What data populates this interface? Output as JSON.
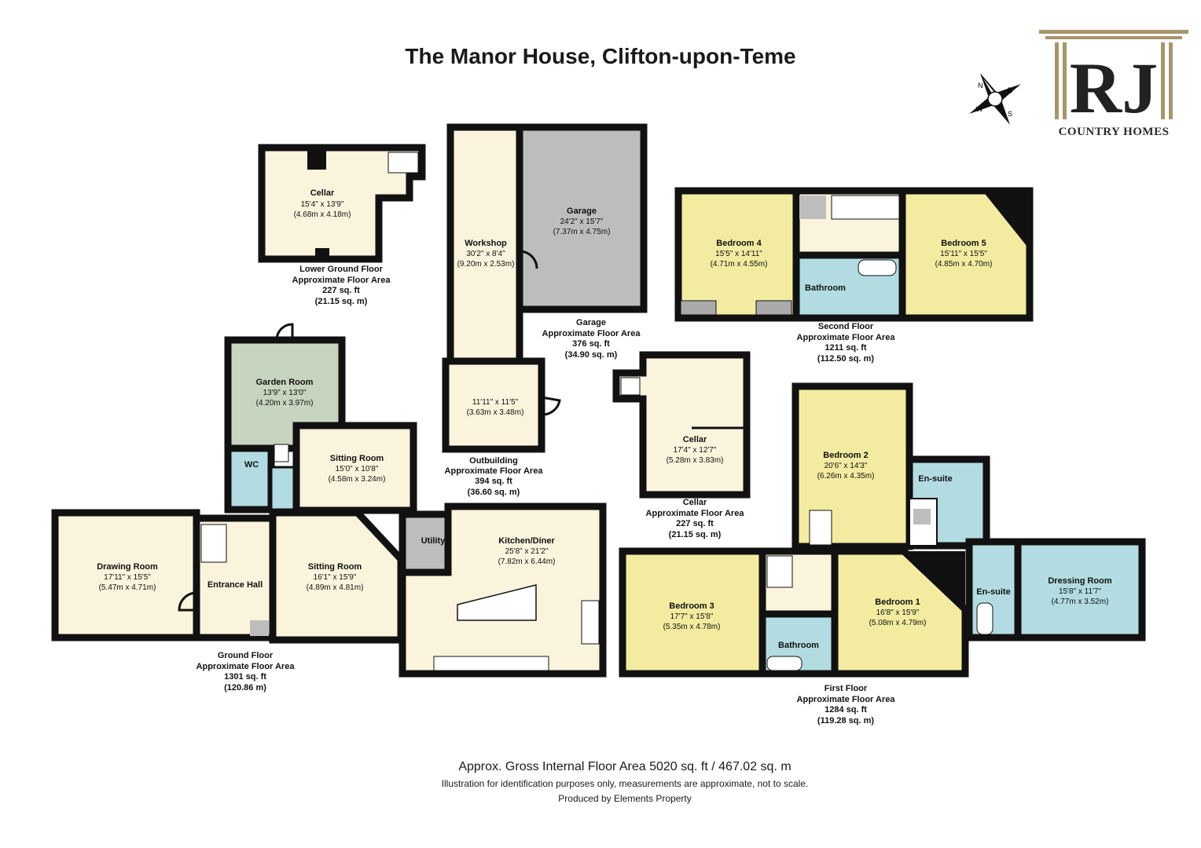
{
  "title": "The Manor House, Clifton-upon-Teme",
  "brand": {
    "monogram": "RJ",
    "name": "COUNTRY HOMES",
    "accent": "#a8956a"
  },
  "compass": {
    "n": "N",
    "e": "E",
    "s": "S",
    "w": "W"
  },
  "colors": {
    "yellow": "#f3eca0",
    "cream": "#fbf4dd",
    "gray": "#bdbdbd",
    "green": "#c7d4be",
    "blue": "#b2dce1",
    "wall": "#111111"
  },
  "rooms": [
    {
      "id": "cellar-lower",
      "name": "Cellar",
      "dim_imp": "15'4\" x 13'9\"",
      "dim_met": "(4.68m x 4.18m)"
    },
    {
      "id": "workshop",
      "name": "Workshop",
      "dim_imp": "30'2\" x 8'4\"",
      "dim_met": "(9.20m x 2.53m)"
    },
    {
      "id": "garage",
      "name": "Garage",
      "dim_imp": "24'2\" x 15'7\"",
      "dim_met": "(7.37m x 4.75m)"
    },
    {
      "id": "outbuilding",
      "name": "",
      "dim_imp": "11'11\" x 11'5\"",
      "dim_met": "(3.63m x 3.48m)"
    },
    {
      "id": "bedroom-4",
      "name": "Bedroom 4",
      "dim_imp": "15'5\" x 14'11\"",
      "dim_met": "(4.71m x 4.55m)"
    },
    {
      "id": "bathroom-2nd",
      "name": "Bathroom",
      "dim_imp": "",
      "dim_met": ""
    },
    {
      "id": "bedroom-5",
      "name": "Bedroom 5",
      "dim_imp": "15'11\" x 15'5\"",
      "dim_met": "(4.85m x 4.70m)"
    },
    {
      "id": "garden-room",
      "name": "Garden Room",
      "dim_imp": "13'9\" x 13'0\"",
      "dim_met": "(4.20m x 3.97m)"
    },
    {
      "id": "sitting-room-1",
      "name": "Sitting Room",
      "dim_imp": "15'0\" x 10'8\"",
      "dim_met": "(4.58m x 3.24m)"
    },
    {
      "id": "wc",
      "name": "WC",
      "dim_imp": "",
      "dim_met": ""
    },
    {
      "id": "drawing-room",
      "name": "Drawing Room",
      "dim_imp": "17'11\" x 15'5\"",
      "dim_met": "(5.47m x 4.71m)"
    },
    {
      "id": "entrance-hall",
      "name": "Entrance Hall",
      "dim_imp": "",
      "dim_met": ""
    },
    {
      "id": "sitting-room-2",
      "name": "Sitting Room",
      "dim_imp": "16'1\" x 15'9\"",
      "dim_met": "(4.89m x 4.81m)"
    },
    {
      "id": "utility",
      "name": "Utility",
      "dim_imp": "",
      "dim_met": ""
    },
    {
      "id": "kitchen",
      "name": "Kitchen/Diner",
      "dim_imp": "25'8\" x 21'2\"",
      "dim_met": "(7.82m x 6.44m)"
    },
    {
      "id": "cellar-2",
      "name": "Cellar",
      "dim_imp": "17'4\" x 12'7\"",
      "dim_met": "(5.28m x 3.83m)"
    },
    {
      "id": "bedroom-2",
      "name": "Bedroom 2",
      "dim_imp": "20'6\" x 14'3\"",
      "dim_met": "(6.26m x 4.35m)"
    },
    {
      "id": "ensuite-1",
      "name": "En-suite",
      "dim_imp": "",
      "dim_met": ""
    },
    {
      "id": "bedroom-3",
      "name": "Bedroom 3",
      "dim_imp": "17'7\" x 15'8\"",
      "dim_met": "(5.35m x 4.78m)"
    },
    {
      "id": "bathroom-1st",
      "name": "Bathroom",
      "dim_imp": "",
      "dim_met": ""
    },
    {
      "id": "bedroom-1",
      "name": "Bedroom 1",
      "dim_imp": "16'8\" x 15'9\"",
      "dim_met": "(5.08m x 4.79m)"
    },
    {
      "id": "ensuite-2",
      "name": "En-suite",
      "dim_imp": "",
      "dim_met": ""
    },
    {
      "id": "dressing-room",
      "name": "Dressing Room",
      "dim_imp": "15'8\" x 11'7\"",
      "dim_met": "(4.77m x 3.52m)"
    }
  ],
  "areas": [
    {
      "id": "lower-ground",
      "lines": [
        "Lower Ground Floor",
        "Approximate Floor Area",
        "227 sq. ft",
        "(21.15 sq. m)"
      ]
    },
    {
      "id": "garage",
      "lines": [
        "Garage",
        "Approximate Floor Area",
        "376 sq. ft",
        "(34.90 sq. m)"
      ]
    },
    {
      "id": "second",
      "lines": [
        "Second Floor",
        "Approximate Floor Area",
        "1211 sq. ft",
        "(112.50 sq. m)"
      ]
    },
    {
      "id": "outbuilding",
      "lines": [
        "Outbuilding",
        "Approximate Floor Area",
        "394 sq. ft",
        "(36.60 sq. m)"
      ]
    },
    {
      "id": "cellar",
      "lines": [
        "Cellar",
        "Approximate Floor Area",
        "227 sq. ft",
        "(21.15 sq. m)"
      ]
    },
    {
      "id": "ground",
      "lines": [
        "Ground Floor",
        "Approximate Floor Area",
        "1301 sq. ft",
        "(120.86 m)"
      ]
    },
    {
      "id": "first",
      "lines": [
        "First Floor",
        "Approximate Floor Area",
        "1284 sq. ft",
        "(119.28 sq. m)"
      ]
    }
  ],
  "footer": {
    "gross": "Approx. Gross Internal Floor Area 5020 sq. ft / 467.02 sq. m",
    "disclaimer": "Illustration for identification purposes only, measurements are approximate, not to scale.",
    "producer": "Produced by Elements Property"
  }
}
